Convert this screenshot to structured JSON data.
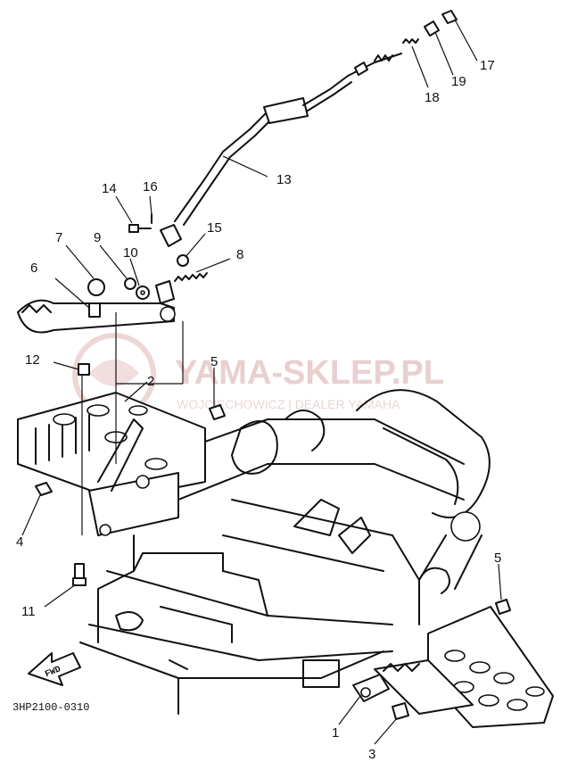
{
  "watermark": {
    "main": "YAMA-SKLEP.PL",
    "sub": "WOJCIECHOWICZ | DEALER YAMAHA",
    "color": "#e9cfcf"
  },
  "diagram_code": "3HP2100-0310",
  "fwd_label": "FWD",
  "callouts": [
    {
      "id": "1",
      "label": "1"
    },
    {
      "id": "2",
      "label": "2"
    },
    {
      "id": "3",
      "label": "3"
    },
    {
      "id": "4",
      "label": "4"
    },
    {
      "id": "5a",
      "label": "5"
    },
    {
      "id": "5b",
      "label": "5"
    },
    {
      "id": "6",
      "label": "6"
    },
    {
      "id": "7",
      "label": "7"
    },
    {
      "id": "8",
      "label": "8"
    },
    {
      "id": "9",
      "label": "9"
    },
    {
      "id": "10",
      "label": "10"
    },
    {
      "id": "11",
      "label": "11"
    },
    {
      "id": "12",
      "label": "12"
    },
    {
      "id": "13",
      "label": "13"
    },
    {
      "id": "14",
      "label": "14"
    },
    {
      "id": "15",
      "label": "15"
    },
    {
      "id": "16",
      "label": "16"
    },
    {
      "id": "17",
      "label": "17"
    },
    {
      "id": "18",
      "label": "18"
    },
    {
      "id": "19",
      "label": "19"
    }
  ]
}
